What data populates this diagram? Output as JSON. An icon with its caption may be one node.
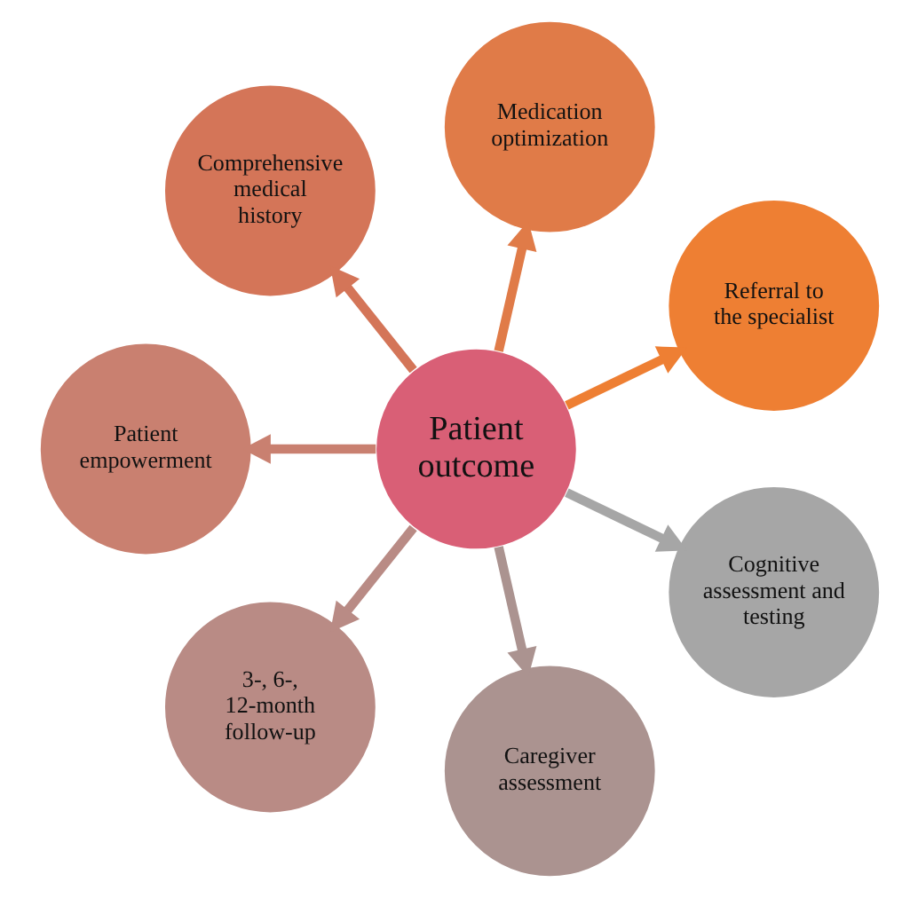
{
  "diagram": {
    "nodes": [
      {
        "text": [
          "Patient outcome"
        ]
      },
      {
        "text": [
          "Referral to the specialist"
        ]
      },
      {
        "text": [
          "Medication optimization"
        ]
      },
      {
        "text": [
          "Comprehensive medical history"
        ]
      },
      {
        "text": [
          "Patient empowerment"
        ]
      },
      {
        "text": [
          "3-, 6-, 12-month follow-up"
        ]
      },
      {
        "text": [
          "Caregiver assessment"
        ]
      },
      {
        "text": [
          "Cognitive assessment and testing"
        ]
      }
    ],
    "edges": [
      {
        "from": 0,
        "to": 1,
        "arrow": "to",
        "color": "#ee7f33"
      },
      {
        "from": 0,
        "to": 2,
        "arrow": "to",
        "color": "#e07b48"
      },
      {
        "from": 0,
        "to": 3,
        "arrow": "to",
        "color": "#d47558"
      },
      {
        "from": 0,
        "to": 4,
        "arrow": "to",
        "color": "#c98070"
      },
      {
        "from": 0,
        "to": 5,
        "arrow": "to",
        "color": "#b98b85"
      },
      {
        "from": 0,
        "to": 6,
        "arrow": "to",
        "color": "#ab9390"
      },
      {
        "from": 0,
        "to": 7,
        "arrow": "to",
        "color": "#a6a6a6"
      }
    ]
  }
}
